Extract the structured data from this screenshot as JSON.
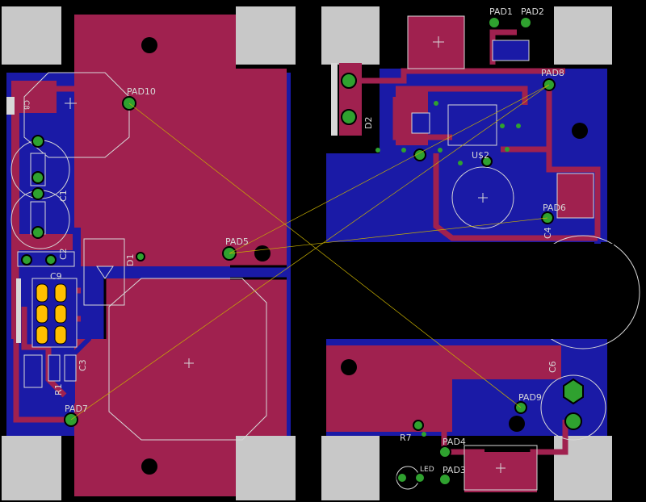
{
  "app": {
    "name": "PCB layout view"
  },
  "colors": {
    "background": "#000000",
    "keepout": "#c8c8c8",
    "top_copper": "#a0214f",
    "bottom_copper": "#1a1aa6",
    "pad": "#2fa12f",
    "silkscreen": "#d8d8d8",
    "airwire": "#c8b000"
  },
  "labels": {
    "pad10": "PAD10",
    "pad5": "PAD5",
    "pad7": "PAD7",
    "pad1": "PAD1",
    "pad2": "PAD2",
    "pad8": "PAD8",
    "pad6": "PAD6",
    "pad9": "PAD9",
    "pad4": "PAD4",
    "pad3": "PAD3",
    "c8": "C8",
    "c1": "C1",
    "c2": "C2",
    "c9": "C9",
    "c3": "C3",
    "c6": "C6",
    "c4": "C4",
    "d1": "D1",
    "d2": "D2",
    "r1": "R1",
    "r7": "R7",
    "u2": "U$2",
    "led": "LED"
  }
}
